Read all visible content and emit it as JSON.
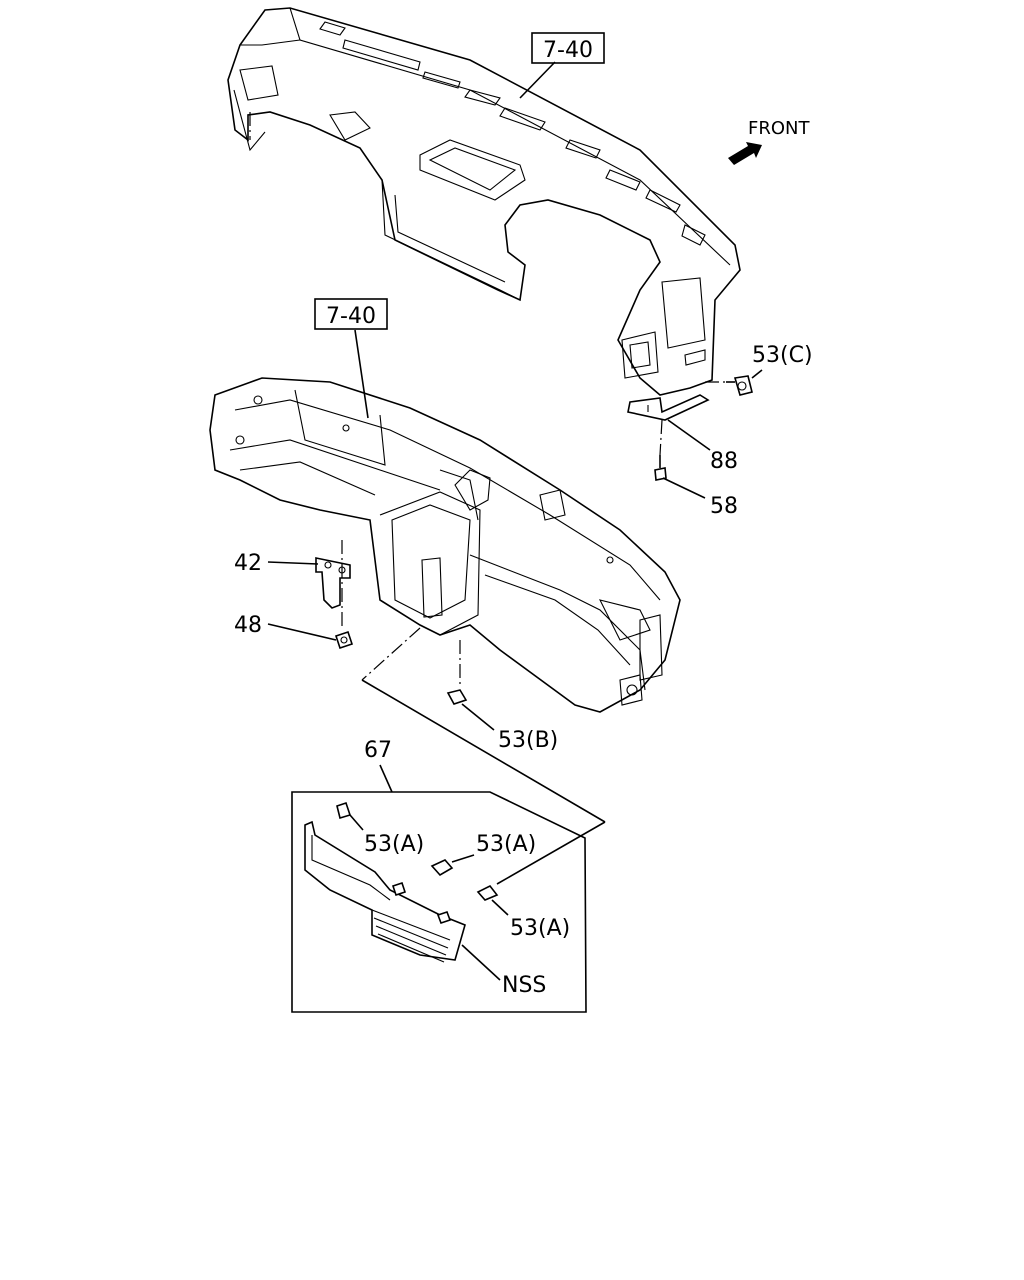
{
  "labels": {
    "ref_top": "7-40",
    "ref_mid": "7-40",
    "front": "FRONT",
    "p53c": "53(C)",
    "p88": "88",
    "p58": "58",
    "p42": "42",
    "p48": "48",
    "p53b": "53(B)",
    "p67": "67",
    "p53a_1": "53(A)",
    "p53a_2": "53(A)",
    "p53a_3": "53(A)",
    "nss": "NSS"
  }
}
